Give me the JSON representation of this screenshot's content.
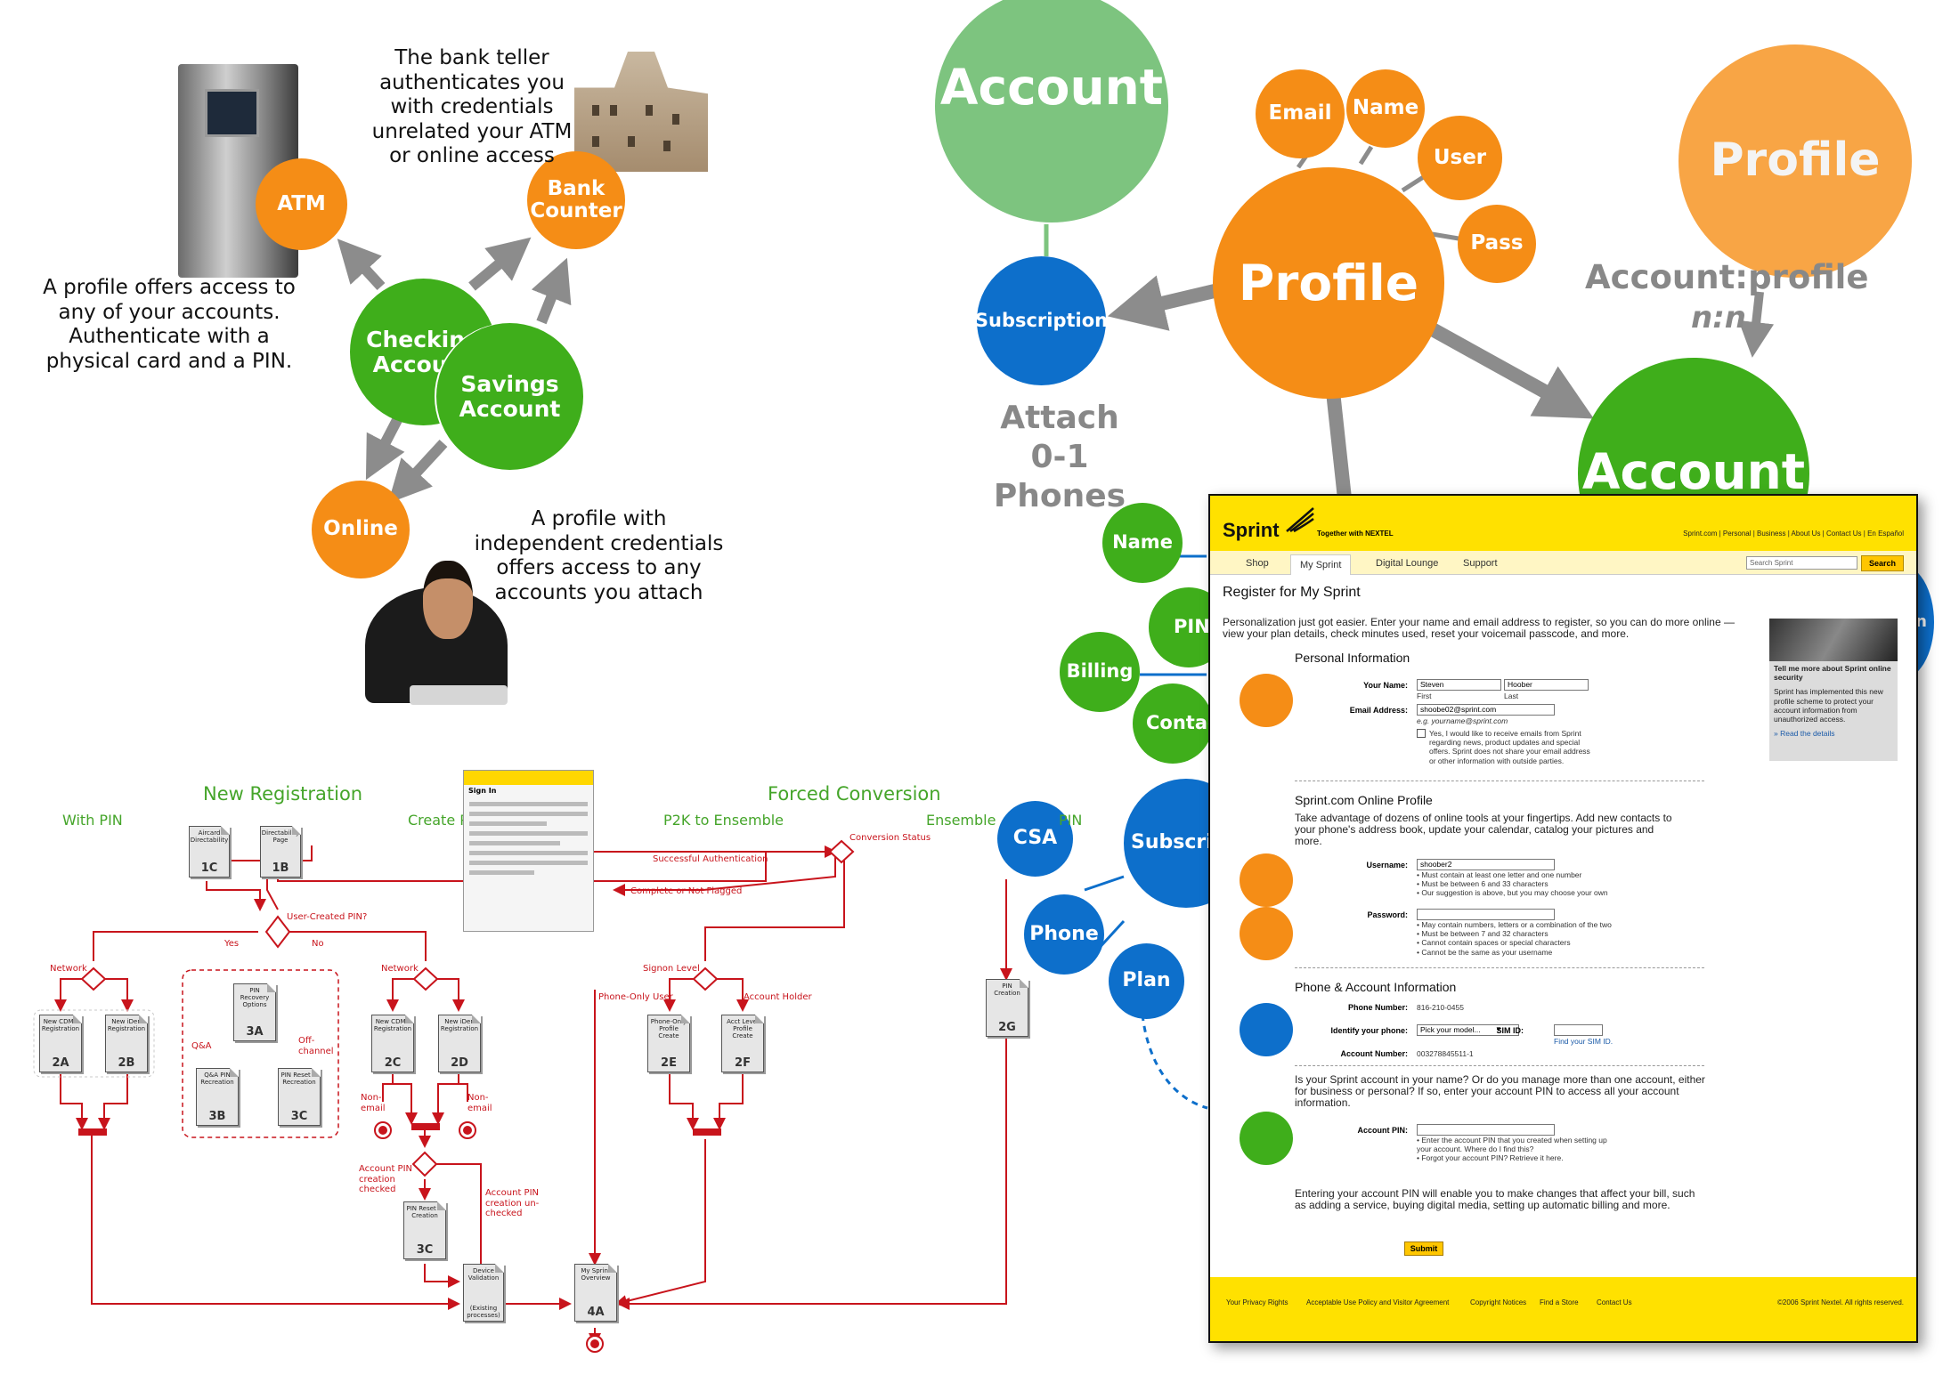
{
  "bubbles": {
    "atm": "ATM",
    "bank_counter": "Bank Counter",
    "checking": "Checking Account",
    "savings": "Savings Account",
    "online": "Online",
    "account_top": "Account",
    "email": "Email",
    "name": "Name",
    "user": "User",
    "pass": "Pass",
    "profile_main": "Profile",
    "profile_ghost": "Profile",
    "subscription_top": "Subscription",
    "account_main": "Account",
    "name_lower": "Name",
    "pin": "PIN",
    "billing": "Billing",
    "contact": "Contac",
    "csa": "CSA",
    "subscription_lower": "Subscrip",
    "phone": "Phone",
    "plan": "Plan",
    "edge": "n"
  },
  "text": {
    "teller": "The bank teller authenticates you with credentials unrelated your ATM or online access",
    "profile_access": "A profile offers access to any of your accounts. Authenticate with a physical card and a PIN.",
    "independent": "A profile with independent credentials offers access to any accounts you attach",
    "attach_1": "Attach",
    "attach_2": "0-1 Phones",
    "relation": "Account:profile",
    "cardinality": "n:n"
  },
  "flow": {
    "new_registration": "New Registration",
    "forced_conversion": "Forced Conversion",
    "with_pin": "With PIN",
    "create_pin": "Create PIN",
    "p2k": "P2K to Ensemble",
    "ensemble": "Ensemble",
    "pin_suffix": "PIN",
    "conversion_status": "Conversion Status",
    "successful_auth": "Successful Authentication",
    "complete_or_not": "Complete or Not Flagged",
    "user_created_pin": "User-Created PIN?",
    "yes": "Yes",
    "no": "No",
    "network_left": "Network",
    "network_mid": "Network",
    "signon_level": "Signon Level",
    "phone_only_user": "Phone-Only User",
    "account_holder": "Account Holder",
    "qa": "Q&A",
    "off_channel": "Off-channel",
    "non_email_1": "Non-email",
    "non_email_2": "Non-email",
    "pin_checked": "Account PIN creation checked",
    "pin_unchecked": "Account PIN creation un-checked",
    "docs": {
      "d1c": {
        "title": "Aircard Directability",
        "code": "1C"
      },
      "d1b": {
        "title": "Directability Page",
        "code": "1B"
      },
      "d2a": {
        "title": "New CDMA Registration",
        "code": "2A"
      },
      "d2b": {
        "title": "New iDen Registration",
        "code": "2B"
      },
      "d3a": {
        "title": "PIN Recovery Options",
        "code": "3A"
      },
      "d3b": {
        "title": "Q&A PIN Recreation",
        "code": "3B"
      },
      "d3c_left": {
        "title": "PIN Reset & Recreation",
        "code": "3C"
      },
      "d2c": {
        "title": "New CDMA Registration",
        "code": "2C"
      },
      "d2d": {
        "title": "New iDen Registration",
        "code": "2D"
      },
      "d3c_mid": {
        "title": "PIN Reset & Creation",
        "code": "3C"
      },
      "d2e": {
        "title": "Phone-Only Profile Create",
        "code": "2E"
      },
      "d2f": {
        "title": "Acct Level Profile Create",
        "code": "2F"
      },
      "d2g": {
        "title": "PIN Creation",
        "code": "2G"
      },
      "device": {
        "title": "Device Validation",
        "code": "(Existing processes)"
      },
      "d4a": {
        "title": "My Sprint Overview",
        "code": "4A"
      }
    },
    "shot_title": "Sign In"
  },
  "sprint": {
    "logo": "Sprint",
    "tagline": "Together with NEXTEL",
    "top_links": "Sprint.com  |  Personal  |  Business  |  About Us  |  Contact Us  |  En Español",
    "tabs": [
      "Shop",
      "My Sprint",
      "Digital Lounge",
      "Support"
    ],
    "search_placeholder": "Search Sprint",
    "search_button": "Search",
    "title": "Register for My Sprint",
    "intro": "Personalization just got easier. Enter your name and email address to register, so you can do more online — view your plan details, check minutes used, reset your voicemail passcode, and more.",
    "personal_info": "Personal Information",
    "your_name_label": "Your Name:",
    "first_value": "Steven",
    "last_value": "Hoober",
    "first_caption": "First",
    "last_caption": "Last",
    "email_label": "Email Address:",
    "email_value": "shoobe02@sprint.com",
    "email_example": "e.g. yourname@sprint.com",
    "optin": "Yes, I would like to receive emails from Sprint regarding news, product updates and special offers. Sprint does not share your email address or other information with outside parties.",
    "online_profile": "Sprint.com Online Profile",
    "profile_intro": "Take advantage of dozens of online tools at your fingertips. Add new contacts to your phone's address book, update your calendar, catalog your pictures and more.",
    "username_label": "Username:",
    "username_value": "shoober2",
    "username_rules": [
      "• Must contain at least one letter and one number",
      "• Must be between 6 and 33 characters",
      "• Our suggestion is above, but you may choose your own"
    ],
    "password_label": "Password:",
    "password_rules": [
      "• May contain numbers, letters or a combination of the two",
      "• Must be between 7 and 32 characters",
      "• Cannot contain spaces or special characters",
      "• Cannot be the same as your username"
    ],
    "phone_account": "Phone & Account Information",
    "phone_label": "Phone Number:",
    "phone_value": "816-210-0455",
    "identify_label": "Identify your phone:",
    "identify_value": "Pick your model...",
    "sim_label": "SIM ID:",
    "sim_link": "Find your SIM ID.",
    "account_number_label": "Account Number:",
    "account_number_value": "003278845511-1",
    "pin_question": "Is your Sprint account in your name? Or do you manage more than one account, either for business or personal? If so, enter your account PIN to access all your account information.",
    "account_pin_label": "Account PIN:",
    "pin_rules": [
      "• Enter the account PIN that you created when setting up your account. Where do I find this?",
      "• Forgot your account PIN? Retrieve it here."
    ],
    "pin_note": "Entering your account PIN will enable you to make changes that affect your bill, such as adding a service, buying digital media, setting up automatic billing and more.",
    "submit": "Submit",
    "sidebar_title": "Tell me more about Sprint online security",
    "sidebar_body": "Sprint has implemented this new profile scheme to protect your account information from unauthorized access.",
    "sidebar_link": "» Read the details",
    "footer_links": [
      "Your Privacy Rights",
      "Acceptable Use Policy and Visitor Agreement",
      "Copyright Notices",
      "Find a Store",
      "Contact Us"
    ],
    "copyright": "©2006 Sprint Nextel. All rights reserved."
  },
  "colors": {
    "orange": "#f58d16",
    "green": "#3fae1b",
    "blue": "#0d6fcb",
    "red": "#c8141c",
    "sprint_yellow": "#ffe100"
  }
}
